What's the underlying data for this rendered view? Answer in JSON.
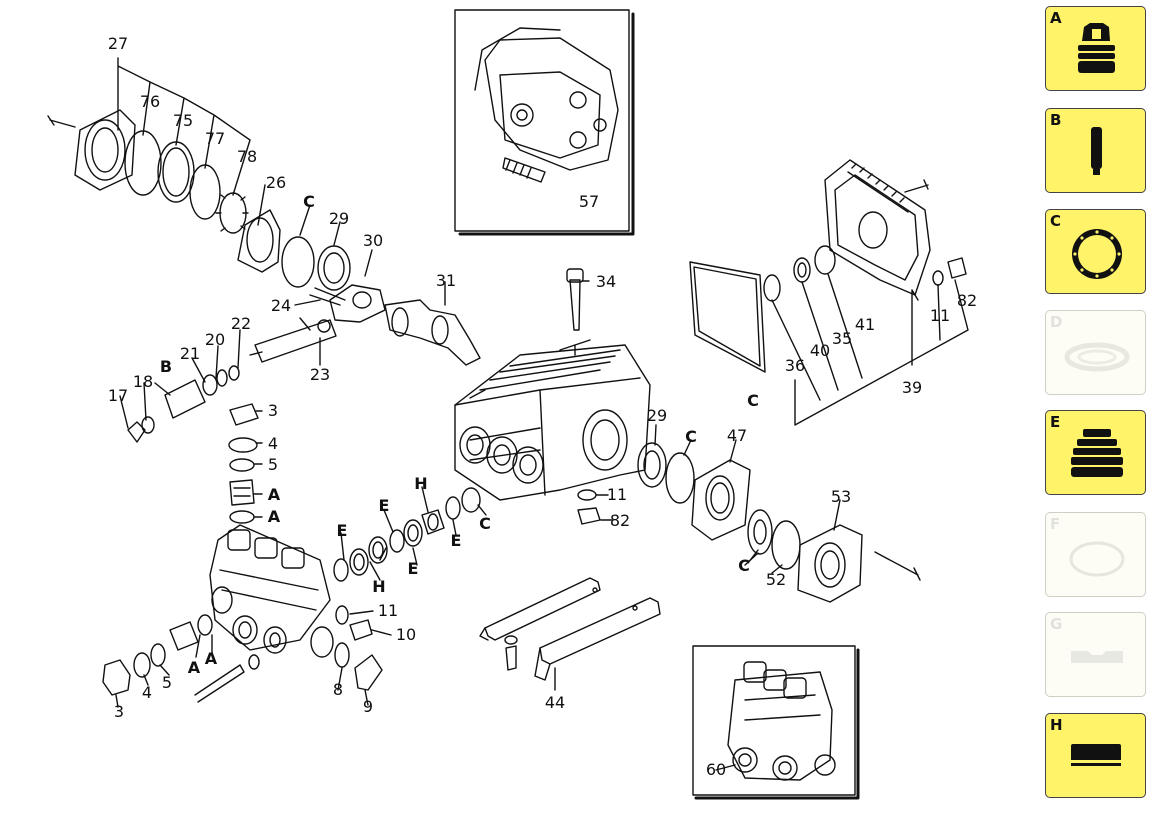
{
  "diagram": {
    "labels": [
      "27",
      "76",
      "75",
      "77",
      "78",
      "26",
      "C",
      "29",
      "30",
      "31",
      "34",
      "24",
      "22",
      "20",
      "21",
      "B",
      "18",
      "17",
      "23",
      "3",
      "4",
      "5",
      "A",
      "A",
      "57",
      "39",
      "82",
      "11",
      "41",
      "35",
      "40",
      "36",
      "C",
      "29",
      "C",
      "47",
      "53",
      "11",
      "82",
      "H",
      "E",
      "C",
      "E",
      "E",
      "H",
      "E",
      "C",
      "52",
      "11",
      "10",
      "A",
      "A",
      "4",
      "5",
      "3",
      "8",
      "9",
      "44",
      "60"
    ]
  },
  "kits": [
    {
      "letter": "A",
      "active": true,
      "icon": "valve-icon"
    },
    {
      "letter": "B",
      "active": true,
      "icon": "piston-icon"
    },
    {
      "letter": "C",
      "active": true,
      "icon": "oring-icon"
    },
    {
      "letter": "D",
      "active": false,
      "icon": "seal-ring-icon"
    },
    {
      "letter": "E",
      "active": true,
      "icon": "packing-icon"
    },
    {
      "letter": "F",
      "active": false,
      "icon": "ring-icon"
    },
    {
      "letter": "G",
      "active": false,
      "icon": "gasket-icon"
    },
    {
      "letter": "H",
      "active": true,
      "icon": "bar-icon"
    }
  ]
}
